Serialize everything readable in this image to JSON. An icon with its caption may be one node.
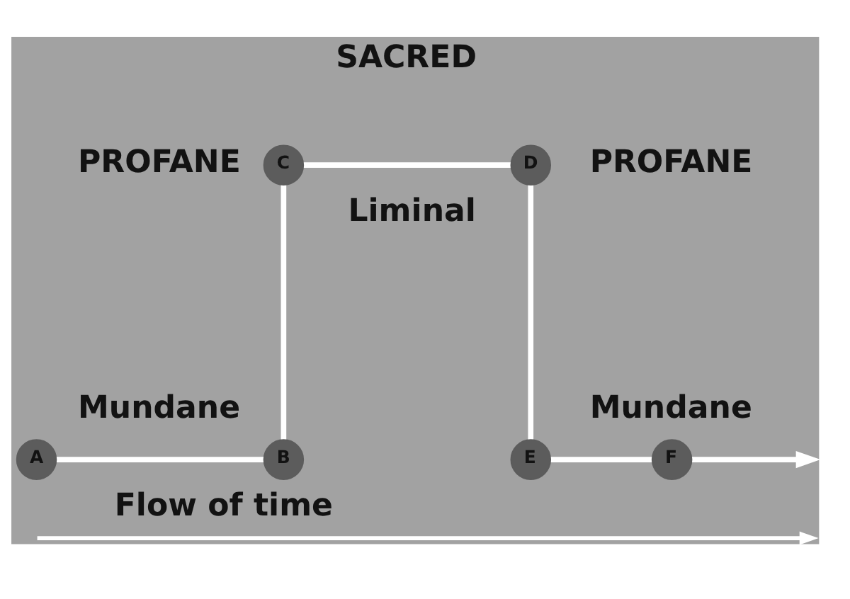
{
  "diagram": {
    "nodes": [
      {
        "text": [
          "A"
        ]
      },
      {
        "text": [
          "B"
        ]
      },
      {
        "text": [
          "C"
        ]
      },
      {
        "text": [
          "D"
        ]
      },
      {
        "text": [
          "E"
        ]
      },
      {
        "text": [
          "F"
        ]
      }
    ],
    "edges": [
      {
        "from": 0,
        "to": 1,
        "arrow": "none"
      },
      {
        "from": 1,
        "to": 2,
        "arrow": "none"
      },
      {
        "from": 2,
        "to": 3,
        "arrow": "none"
      },
      {
        "from": 3,
        "to": 4,
        "arrow": "none"
      },
      {
        "from": 4,
        "to": 5,
        "arrow": "none"
      },
      {
        "from": 5,
        "to": null,
        "arrow": "to"
      }
    ],
    "labels": [
      "SACRED",
      "PROFANE",
      "PROFANE",
      "Liminal",
      "Mundane",
      "Mundane",
      "Flow of time"
    ]
  }
}
